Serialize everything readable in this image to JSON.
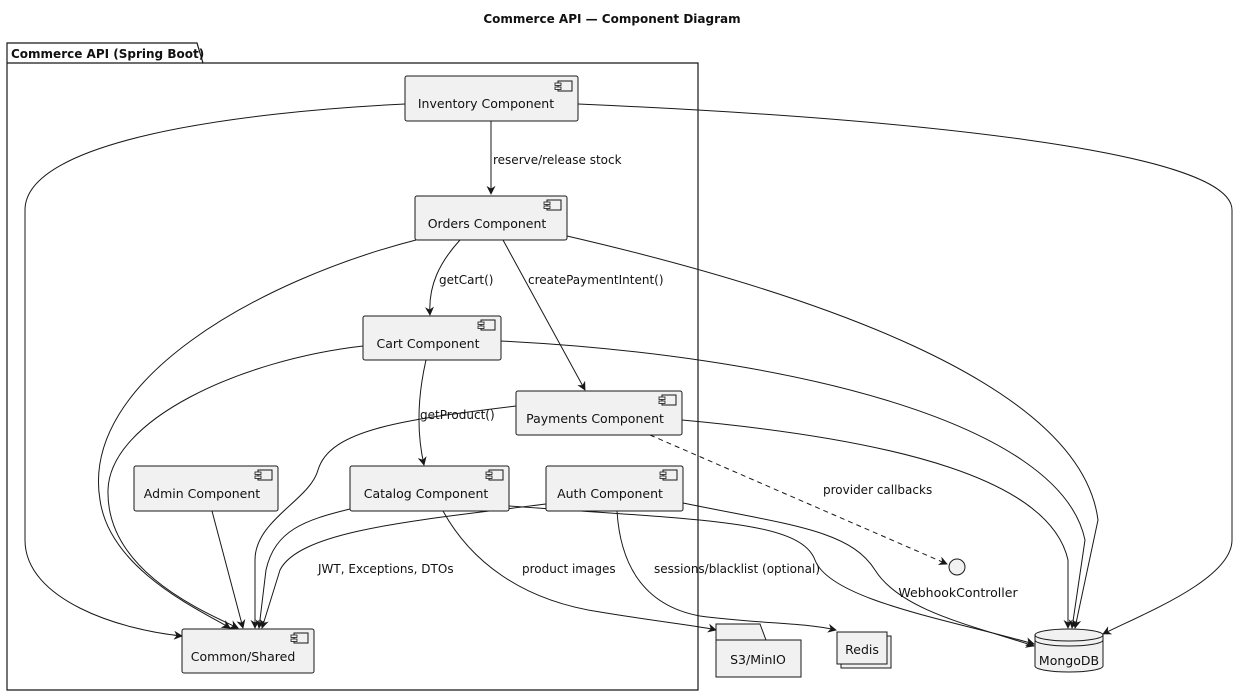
{
  "title": "Commerce API — Component Diagram",
  "package": {
    "label": "Commerce API (Spring Boot)"
  },
  "components": {
    "inventory": "Inventory Component",
    "orders": "Orders Component",
    "cart": "Cart Component",
    "payments": "Payments Component",
    "admin": "Admin Component",
    "catalog": "Catalog Component",
    "auth": "Auth Component",
    "common": "Common/Shared"
  },
  "external": {
    "s3": "S3/MinIO",
    "redis": "Redis",
    "mongodb": "MongoDB",
    "webhook": "WebhookController"
  },
  "edge_labels": {
    "reserve": "reserve/release stock",
    "get_cart": "getCart()",
    "create_payment": "createPaymentIntent()",
    "get_product": "getProduct()",
    "provider_callbacks": "provider callbacks",
    "jwt": "JWT, Exceptions, DTOs",
    "product_images": "product images",
    "sessions": "sessions/blacklist (optional)"
  }
}
